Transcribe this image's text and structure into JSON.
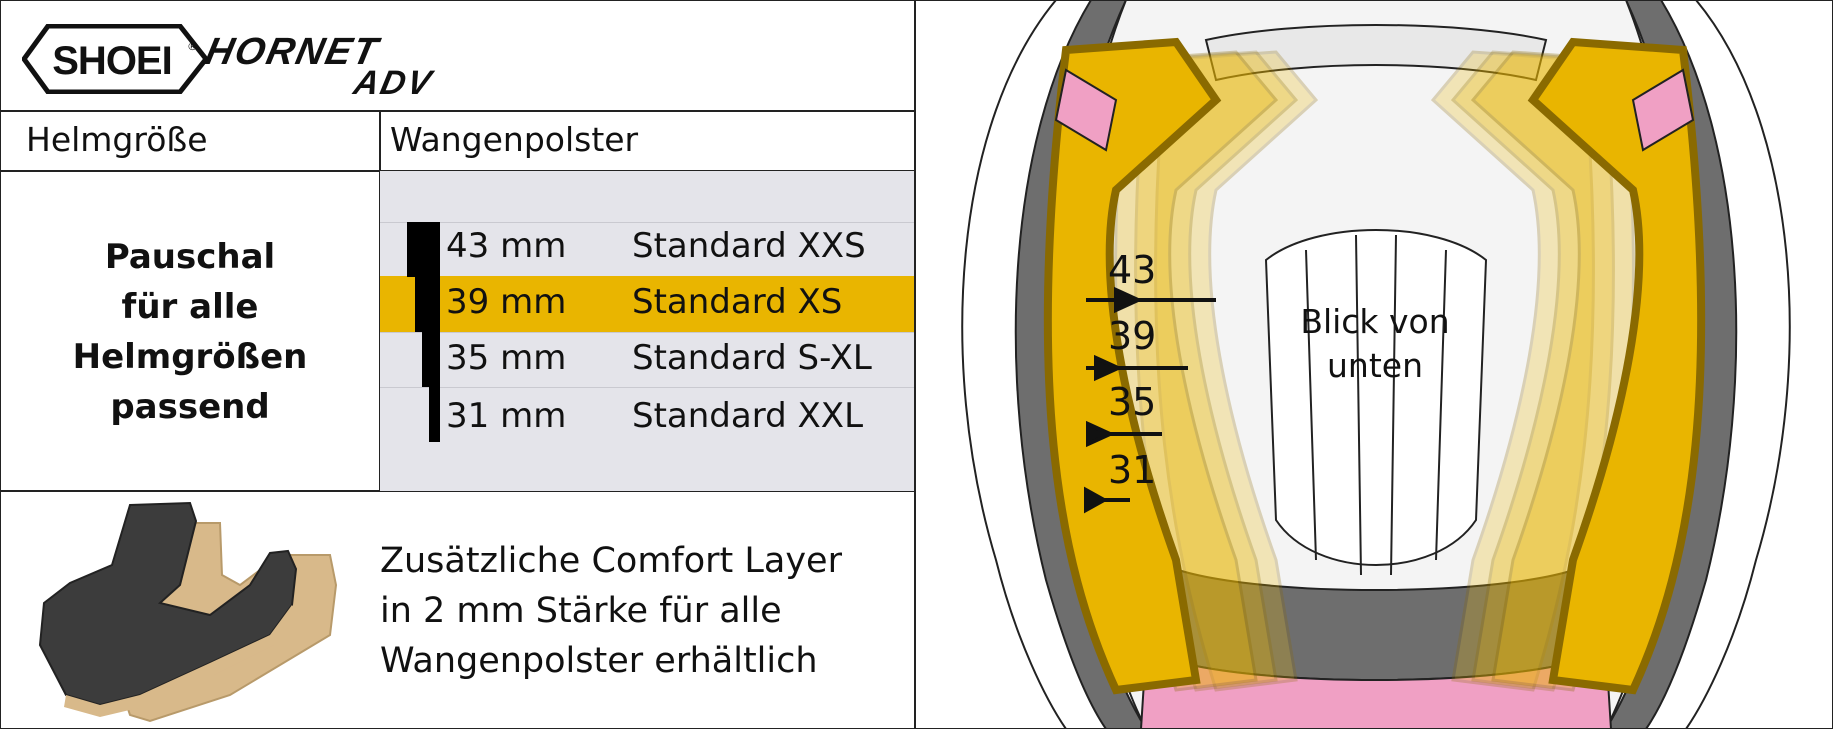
{
  "brand": {
    "logo_text": "SHOEI",
    "registered_mark": "®",
    "model_line1": "HORNET",
    "model_line2": "ADV"
  },
  "table": {
    "header_size": "Helmgröße",
    "header_pads": "Wangenpolster",
    "size_note": [
      "Pauschal",
      "für alle",
      "Helmgrößen",
      "passend"
    ],
    "rows": [
      {
        "thickness": "43 mm",
        "label": "Standard XXS",
        "selected": false
      },
      {
        "thickness": "39 mm",
        "label": "Standard XS",
        "selected": true
      },
      {
        "thickness": "35 mm",
        "label": "Standard S-XL",
        "selected": false
      },
      {
        "thickness": "31 mm",
        "label": "Standard XXL",
        "selected": false
      }
    ],
    "selected_color": "#e9b500",
    "rows_background": "#e4e4ea"
  },
  "comfort": {
    "lines": [
      "Zusätzliche Comfort Layer",
      "in 2 mm Stärke für alle",
      "Wangenpolster erhältlich"
    ]
  },
  "diagram": {
    "numbers": [
      "43",
      "39",
      "35",
      "31"
    ],
    "view_label": [
      "Blick von",
      "unten"
    ],
    "colors": {
      "pad_yellow": "#e9b500",
      "pad_outline": "#8a6a00",
      "liner_pink": "#f0a0c4",
      "shell_gray": "#6e6e6e"
    }
  }
}
